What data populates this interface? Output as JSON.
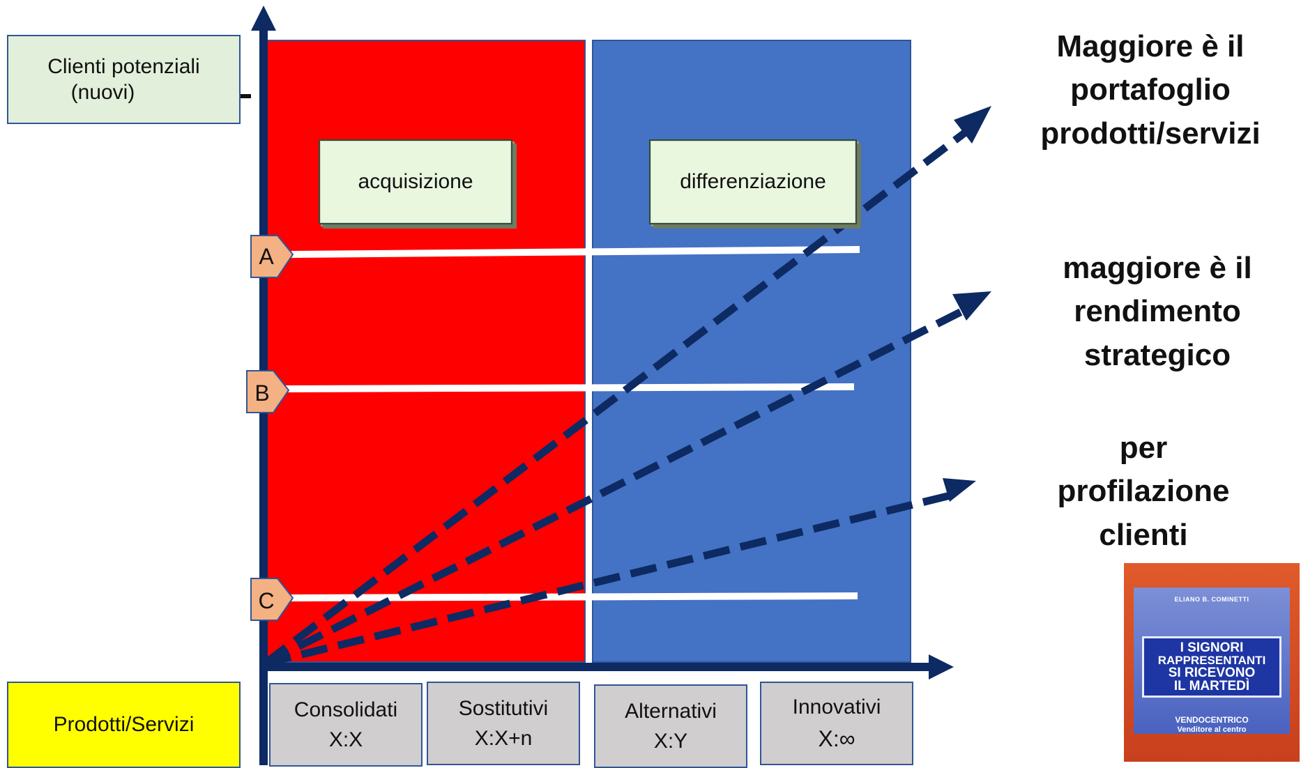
{
  "y_axis_label": {
    "line1": "Clienti potenziali",
    "line2": "(nuovi)"
  },
  "x_axis_label": "Prodotti/Servizi",
  "zones": [
    {
      "name": "acquisizione",
      "color": "#ff0000"
    },
    {
      "name": "differenziazione",
      "color": "#4472c4"
    }
  ],
  "levels": [
    "A",
    "B",
    "C"
  ],
  "categories": [
    {
      "name": "Consolidati",
      "ratio": "X:X"
    },
    {
      "name": "Sostitutivi",
      "ratio": "X:X+n"
    },
    {
      "name": "Alternativi",
      "ratio": "X:Y"
    },
    {
      "name": "Innovativi",
      "ratio": "X:∞"
    }
  ],
  "annotations": [
    {
      "lines": [
        "Maggiore è il",
        "portafoglio",
        "prodotti/servizi"
      ]
    },
    {
      "lines": [
        "maggiore è il",
        "rendimento",
        "strategico"
      ]
    },
    {
      "lines": [
        "per",
        "profilazione",
        "clienti"
      ]
    }
  ],
  "book": {
    "author": "ELIANO B. COMINETTI",
    "title_lines": [
      "I SIGNORI",
      "RAPPRESENTANTI",
      "SI RICEVONO",
      "IL MARTEDÌ"
    ],
    "subtitle1": "VENDOCENTRICO",
    "subtitle2": "Venditore al centro"
  },
  "colors": {
    "axis": "#0d2a63",
    "arrow": "#0d2a63",
    "marker_fill": "#f4b183",
    "marker_stroke": "#2f5597",
    "level_line": "#ffffff"
  }
}
